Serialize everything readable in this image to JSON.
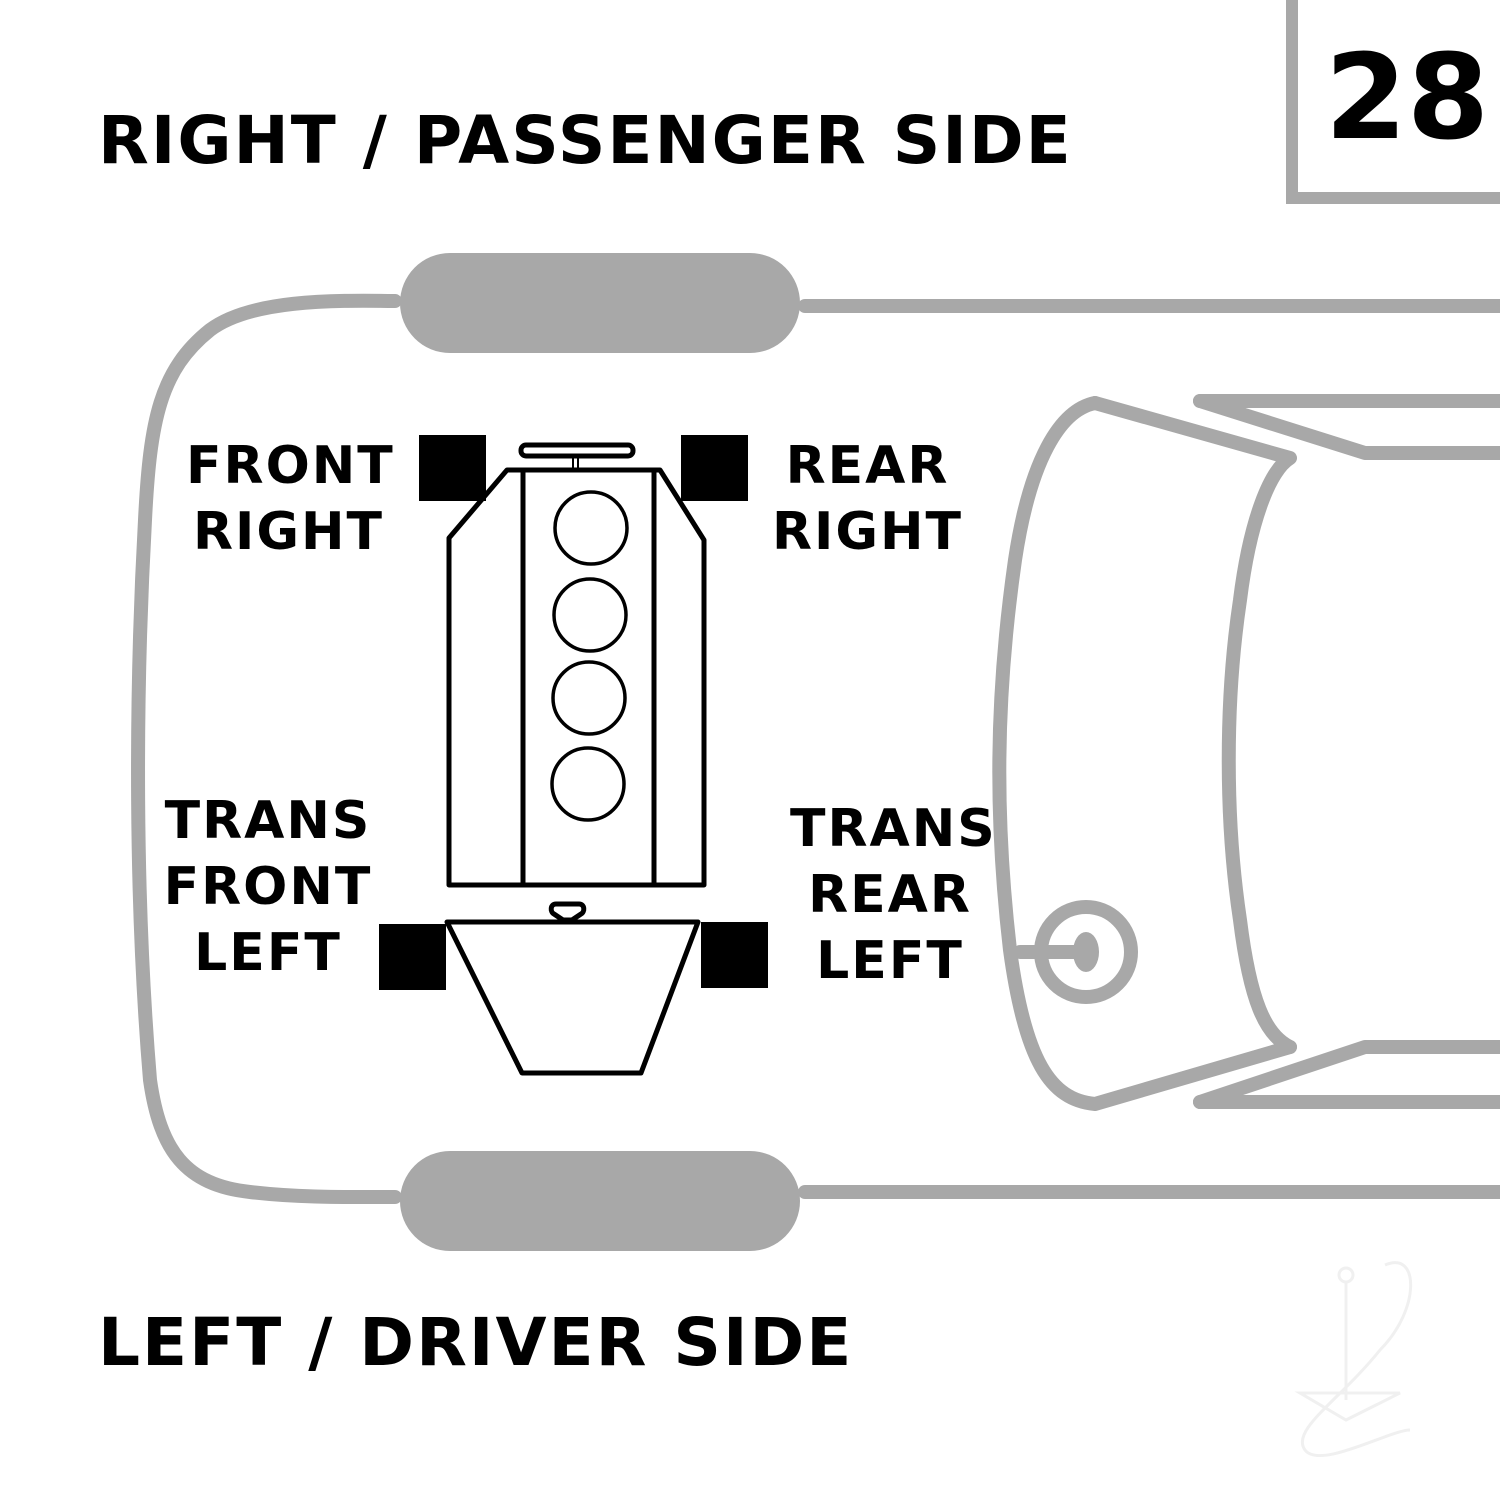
{
  "diagram": {
    "diagram_number": "28",
    "top_side_label": "RIGHT / PASSENGER SIDE",
    "bottom_side_label": "LEFT / DRIVER SIDE",
    "mounts": [
      {
        "id": "front-right",
        "lines": [
          "FRONT",
          "RIGHT"
        ]
      },
      {
        "id": "rear-right",
        "lines": [
          "REAR",
          "RIGHT"
        ]
      },
      {
        "id": "trans-front-left",
        "lines": [
          "TRANS",
          "FRONT",
          "LEFT"
        ]
      },
      {
        "id": "trans-rear-left",
        "lines": [
          "TRANS",
          "REAR",
          "LEFT"
        ]
      }
    ],
    "engine_cylinders": 4,
    "colors": {
      "vehicle_outline": "#a8a8a8",
      "mount_marker": "#000000",
      "engine_outline": "#000000",
      "background": "#ffffff"
    }
  }
}
